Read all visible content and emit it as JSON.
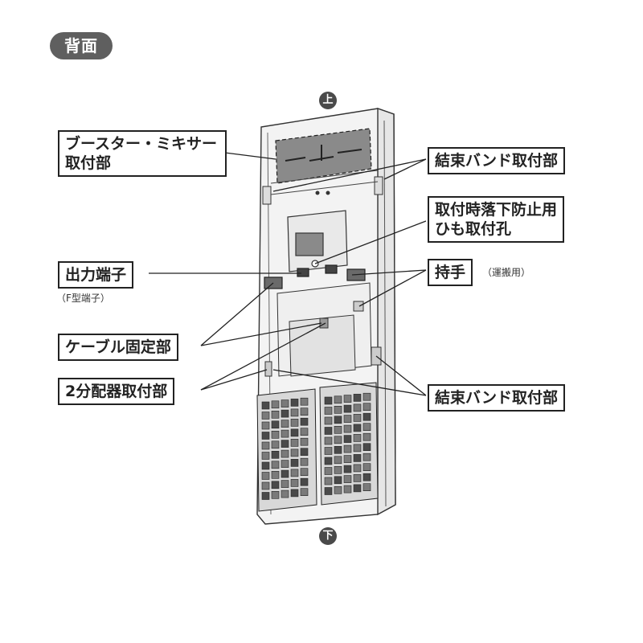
{
  "header": {
    "title": "背面"
  },
  "orientation": {
    "top": "上",
    "bottom": "下"
  },
  "labels": {
    "booster_mixer": {
      "line1": "ブースター・ミキサー",
      "line2": "取付部"
    },
    "band_top": "結束バンド取付部",
    "fall_prevention": {
      "line1": "取付時落下防止用",
      "line2": "ひも取付孔"
    },
    "output_terminal": "出力端子",
    "output_terminal_note": "（F型端子）",
    "handle": "持手",
    "handle_note": "（運搬用）",
    "cable_fixing": "ケーブル固定部",
    "splitter": "2分配器取付部",
    "band_bottom": "結束バンド取付部"
  }
}
